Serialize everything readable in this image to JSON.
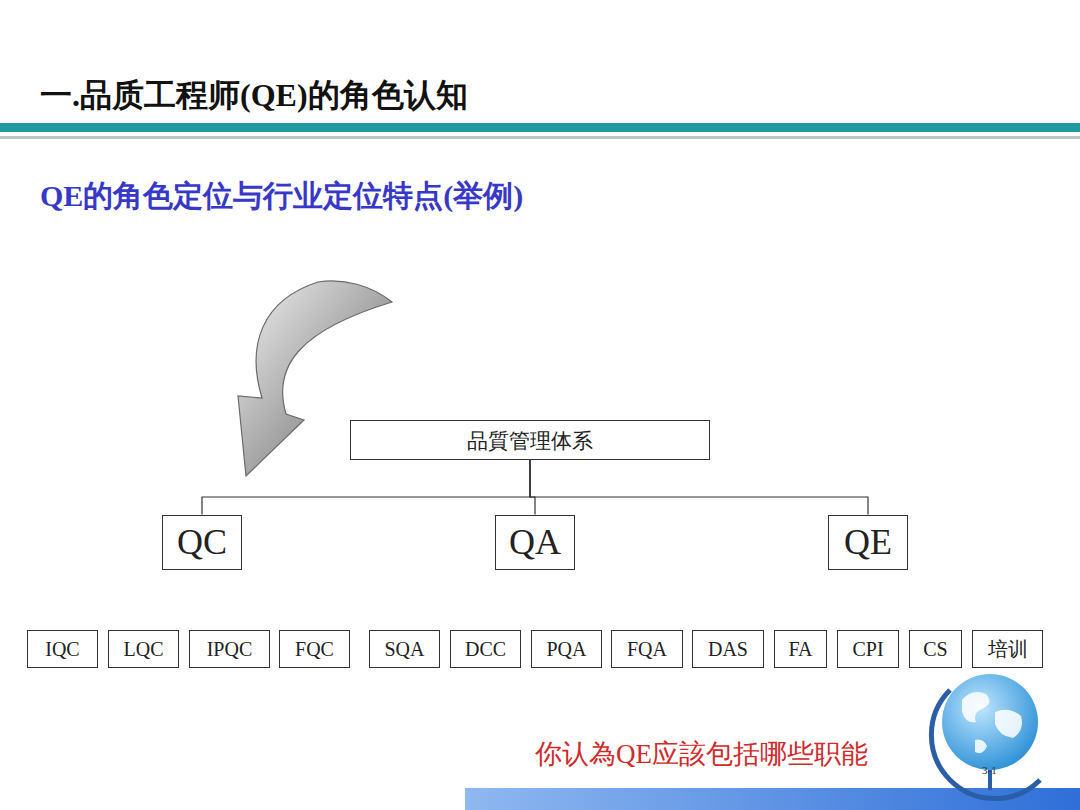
{
  "diagram": {
    "title": "一.品质工程师(QE)的角色认知",
    "nodes": [
      {
        "text": [
          "品質管理体系"
        ]
      },
      {
        "text": [
          "QC"
        ]
      },
      {
        "text": [
          "QA"
        ]
      },
      {
        "text": [
          "QE"
        ]
      },
      {
        "text": [
          "IQC"
        ]
      },
      {
        "text": [
          "LQC"
        ]
      },
      {
        "text": [
          "IPQC"
        ]
      },
      {
        "text": [
          "FQC"
        ]
      },
      {
        "text": [
          "SQA"
        ]
      },
      {
        "text": [
          "DCC"
        ]
      },
      {
        "text": [
          "PQA"
        ]
      },
      {
        "text": [
          "FQA"
        ]
      },
      {
        "text": [
          "DAS"
        ]
      },
      {
        "text": [
          "FA"
        ]
      },
      {
        "text": [
          "CPI"
        ]
      },
      {
        "text": [
          "CS"
        ]
      },
      {
        "text": [
          "培训"
        ]
      }
    ],
    "edges": [
      {
        "from": 0,
        "to": 1,
        "arrow": "none"
      },
      {
        "from": 0,
        "to": 2,
        "arrow": "none"
      },
      {
        "from": 0,
        "to": 3,
        "arrow": "none"
      }
    ],
    "labels": [
      "QE的角色定位与行业定位特点(举例)",
      "你认為QE应該包括哪些职能",
      "3-1"
    ]
  }
}
